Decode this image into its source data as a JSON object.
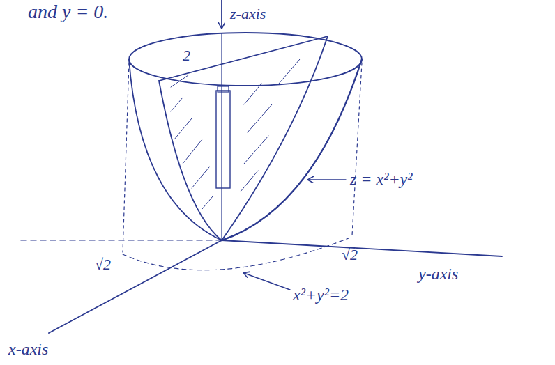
{
  "diagram": {
    "labels": [
      "and y = 0.",
      "z-axis",
      "2",
      "z = x²+y²",
      "√2",
      "√2",
      "y-axis",
      "x²+y²=2",
      "x-axis"
    ]
  }
}
